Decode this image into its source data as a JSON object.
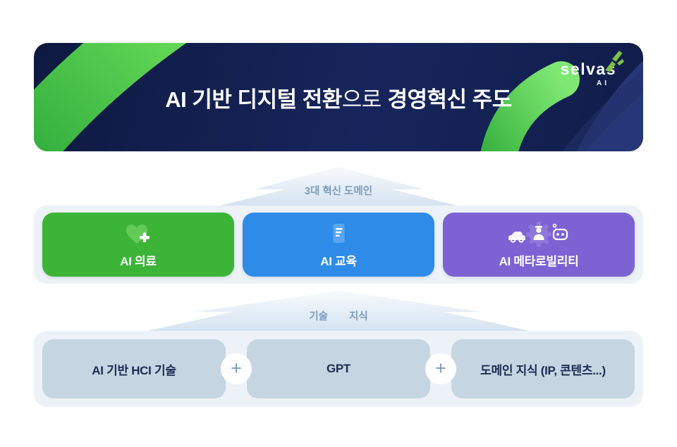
{
  "banner": {
    "title": {
      "bold1": "AI 기반 디지털 전환",
      "light": "으로",
      "bold2": "경영혁신 주도"
    },
    "logo": {
      "name": "selvas",
      "sub": "AI"
    }
  },
  "arrows": {
    "domains_label": "3대 혁신 도메인",
    "foundation_label_left": "기술",
    "foundation_label_right": "지식"
  },
  "domains": [
    {
      "label": "AI 의료",
      "color": "#3cb438",
      "icon": "heart-plus-icon"
    },
    {
      "label": "AI 교육",
      "color": "#2e8ce8",
      "icon": "document-icon"
    },
    {
      "label": "AI 메타로빌리티",
      "color": "#7d62d3",
      "icon": "mobility-gear-icon"
    }
  ],
  "foundations": {
    "items": [
      {
        "label": "AI 기반 HCI 기술"
      },
      {
        "label": "GPT"
      },
      {
        "label": "도메인 지식 (IP, 콘텐츠...)"
      }
    ],
    "plus": "+"
  },
  "colors": {
    "banner_navy": "#14204e",
    "accent_green": "#3cb438",
    "accent_blue": "#2e8ce8",
    "accent_purple": "#7d62d3",
    "panel_background": "#edf2f8",
    "foundation_box": "#c5d5e2",
    "foundation_text": "#1c2b52",
    "arrow_label": "#7d9cbd",
    "logo_green": "#7cc242"
  }
}
